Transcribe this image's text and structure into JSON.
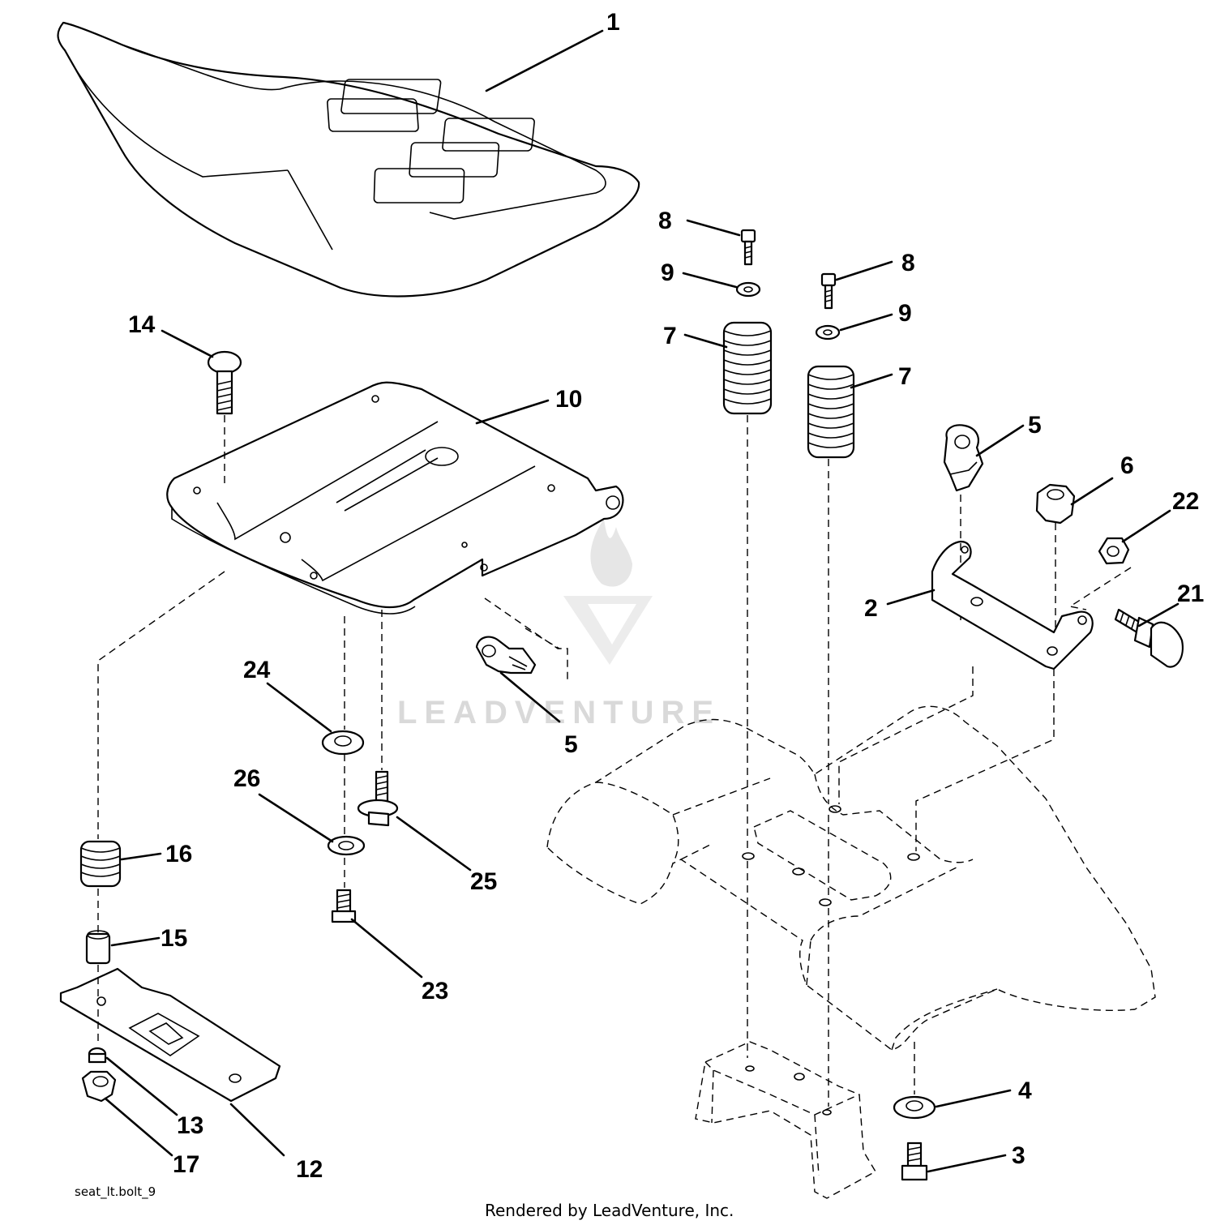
{
  "diagram": {
    "drawing_number": "seat_lt.bolt_9",
    "watermark": "LEADVENTURE",
    "footer": "Rendered by LeadVenture, Inc.",
    "callouts": [
      {
        "id": "c1",
        "label": "1"
      },
      {
        "id": "c8a",
        "label": "8"
      },
      {
        "id": "c8b",
        "label": "8"
      },
      {
        "id": "c9a",
        "label": "9"
      },
      {
        "id": "c9b",
        "label": "9"
      },
      {
        "id": "c7a",
        "label": "7"
      },
      {
        "id": "c7b",
        "label": "7"
      },
      {
        "id": "c14",
        "label": "14"
      },
      {
        "id": "c10",
        "label": "10"
      },
      {
        "id": "c5a",
        "label": "5"
      },
      {
        "id": "c6",
        "label": "6"
      },
      {
        "id": "c22",
        "label": "22"
      },
      {
        "id": "c2",
        "label": "2"
      },
      {
        "id": "c21",
        "label": "21"
      },
      {
        "id": "c24",
        "label": "24"
      },
      {
        "id": "c5b",
        "label": "5"
      },
      {
        "id": "c26",
        "label": "26"
      },
      {
        "id": "c16",
        "label": "16"
      },
      {
        "id": "c25",
        "label": "25"
      },
      {
        "id": "c15",
        "label": "15"
      },
      {
        "id": "c23",
        "label": "23"
      },
      {
        "id": "c13",
        "label": "13"
      },
      {
        "id": "c17",
        "label": "17"
      },
      {
        "id": "c12",
        "label": "12"
      },
      {
        "id": "c4",
        "label": "4"
      },
      {
        "id": "c3",
        "label": "3"
      }
    ]
  }
}
